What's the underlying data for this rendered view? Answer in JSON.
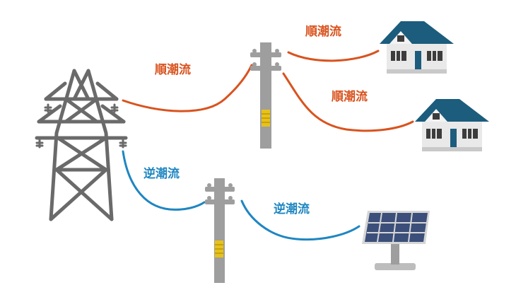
{
  "labels": {
    "forward_1": "順潮流",
    "forward_2": "順潮流",
    "forward_3": "順潮流",
    "reverse_1": "逆潮流",
    "reverse_2": "逆潮流"
  },
  "colors": {
    "forward": "#d9531e",
    "reverse": "#1f86c1",
    "steel": "#6a6a6a",
    "pole": "#9e9e9e",
    "roof": "#1c5c7c",
    "wall": "#e9e9e9",
    "panel": "#3c4f7a",
    "pole_marker": "#e7c21a"
  },
  "icons": [
    "transmission-tower-icon",
    "utility-pole-icon",
    "house-icon",
    "solar-panel-icon"
  ]
}
